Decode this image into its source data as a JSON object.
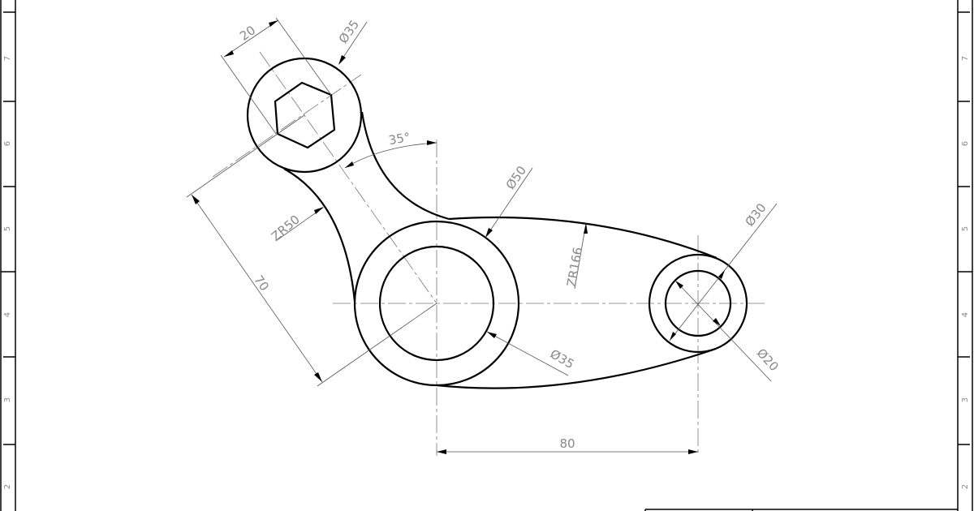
{
  "frame": {
    "zones": [
      "7",
      "6",
      "5",
      "4",
      "3",
      "2"
    ]
  },
  "dimensions": {
    "top_hex_width": "20",
    "top_boss_diameter": "Ø35",
    "angle": "35°",
    "link_radius": "ZR50",
    "center_distance_angled": "70",
    "main_boss_outer_diameter": "Ø50",
    "main_bore_diameter": "Ø35",
    "arm_radius": "ZR166",
    "right_boss_outer_diameter": "Ø30",
    "right_bore_diameter": "Ø20",
    "center_distance_horizontal": "80"
  }
}
